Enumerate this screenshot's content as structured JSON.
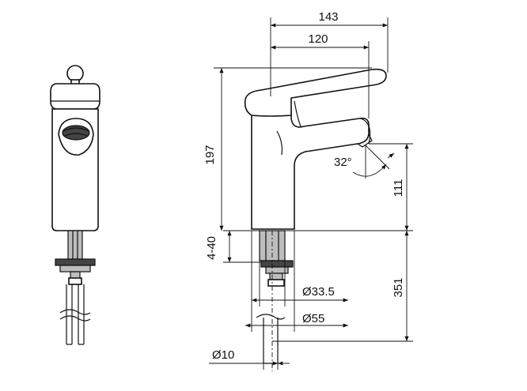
{
  "dimensions": {
    "width_total": "143",
    "width_spout": "120",
    "height_total": "197",
    "spout_height": "111",
    "spout_angle": "32°",
    "deck_thickness": "4-40",
    "shank_length": "351",
    "shank_diameter": "33.5",
    "base_diameter": "55",
    "hose_diameter": "10"
  },
  "symbols": {
    "diameter": "Ø"
  },
  "colors": {
    "line": "#111111",
    "fill_light": "#bdbdbd"
  }
}
